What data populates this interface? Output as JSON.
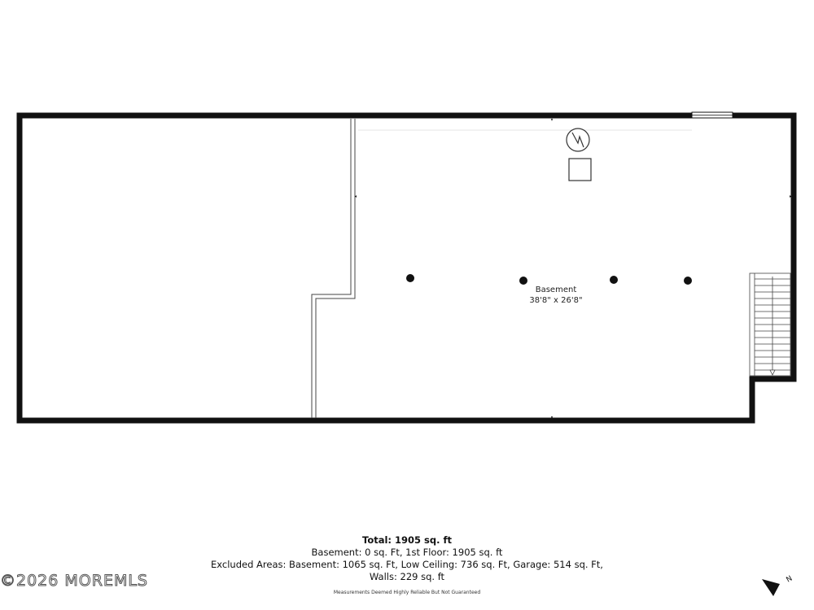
{
  "room": {
    "name": "Basement",
    "dimensions": "38'8\" x 26'8\""
  },
  "summary": {
    "total": "Total: 1905 sq. ft",
    "line1": "Basement: 0 sq. Ft, 1st Floor: 1905 sq. ft",
    "line2": "Excluded Areas: Basement: 1065 sq. Ft, Low Ceiling: 736 sq. Ft, Garage: 514 sq. Ft,",
    "line3": "Walls: 229 sq. ft"
  },
  "disclaimer": "Measurements Deemed Highly Reliable But Not Guaranteed",
  "watermark": "©2026 MOREMLS",
  "compass": {
    "label": "N",
    "icon": "north-arrow-icon"
  },
  "fixtures": {
    "water_heater_icon": "water-heater-icon",
    "furnace_icon": "furnace-icon",
    "stairs_icon": "stairs-icon",
    "column_icon": "support-column-icon"
  }
}
